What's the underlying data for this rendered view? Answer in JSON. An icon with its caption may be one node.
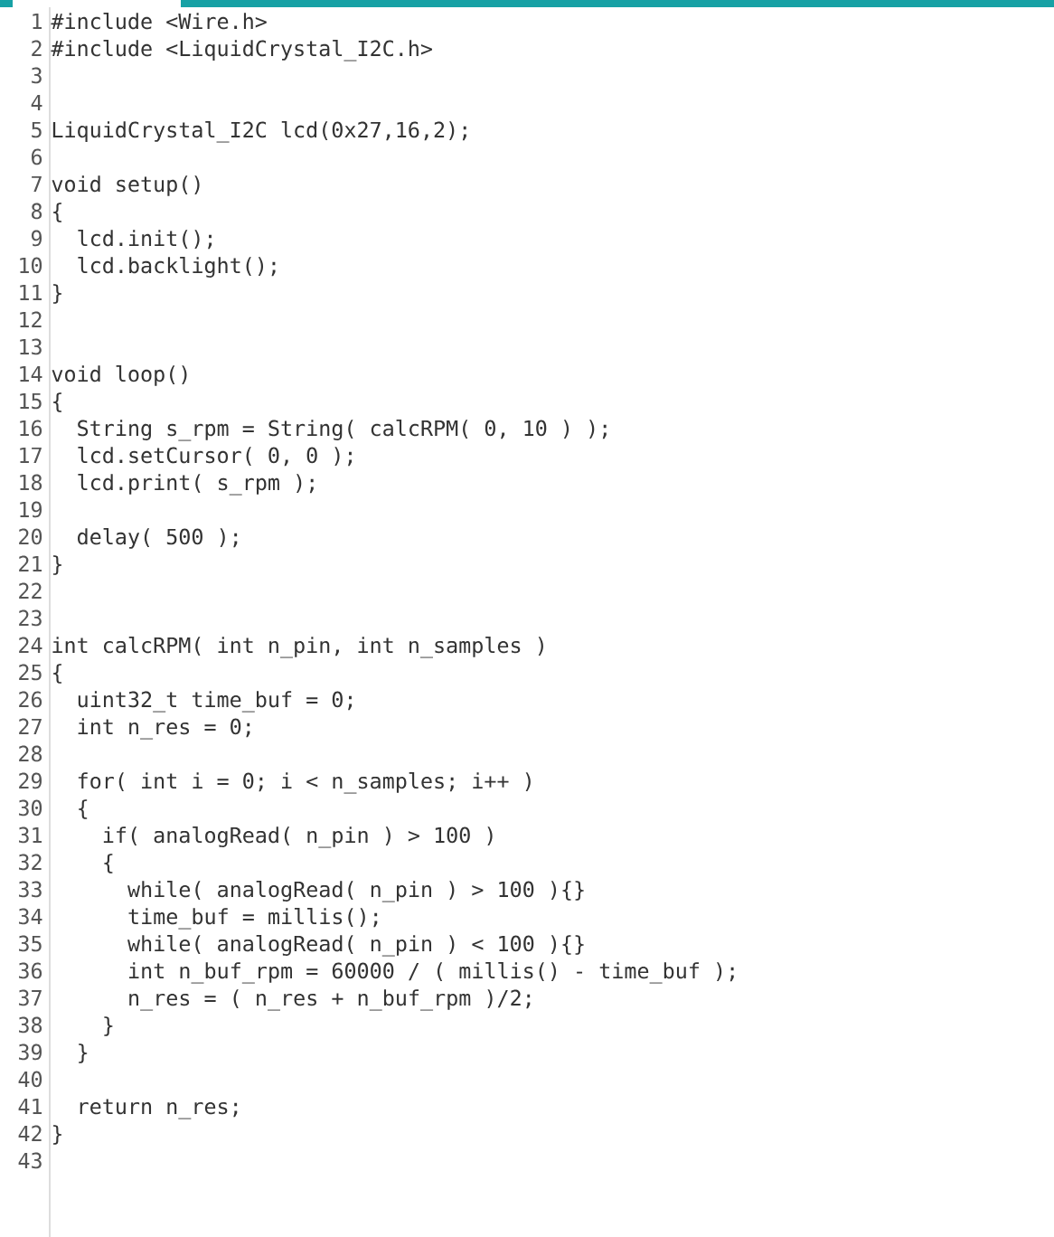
{
  "diagram": {
    "labels": [
      "1",
      "#include <Wire.h>",
      "2",
      "#include <LiquidCrystal_I2C.h>",
      "3",
      "4",
      "5",
      "LiquidCrystal_I2C lcd(0x27,16,2);",
      "6",
      "7",
      "void setup()",
      "8",
      "{",
      "9",
      "lcd.init();",
      "10",
      "lcd.backlight();",
      "11",
      "}",
      "12",
      "13",
      "14",
      "void loop()",
      "15",
      "{",
      "16",
      "String s_rpm = String( calcRPM( 0, 10 ) );",
      "17",
      "lcd.setCursor( 0, 0 );",
      "18",
      "lcd.print( s_rpm );",
      "19",
      "20",
      "delay( 500 );",
      "21",
      "}",
      "22",
      "23",
      "24",
      "int calcRPM( int n_pin, int n_samples )",
      "25",
      "{",
      "26",
      "uint32_t time_buf = 0;",
      "27",
      "int n_res = 0;",
      "28",
      "29",
      "for( int i = 0; i < n_samples; i++ )",
      "30",
      "{",
      "31",
      "if( analogRead( n_pin ) > 100 )",
      "32",
      "{",
      "33",
      "while( analogRead( n_pin ) > 100 ){}",
      "34",
      "time_buf = millis();",
      "35",
      "while( analogRead( n_pin ) < 100 ){}",
      "36",
      "int n_buf_rpm = 60000 / ( millis() - time_buf );",
      "37",
      "n_res = ( n_res + n_buf_rpm )/2;",
      "38",
      "}",
      "39",
      "}",
      "40",
      "41",
      "return n_res;",
      "42",
      "}",
      "43"
    ]
  }
}
